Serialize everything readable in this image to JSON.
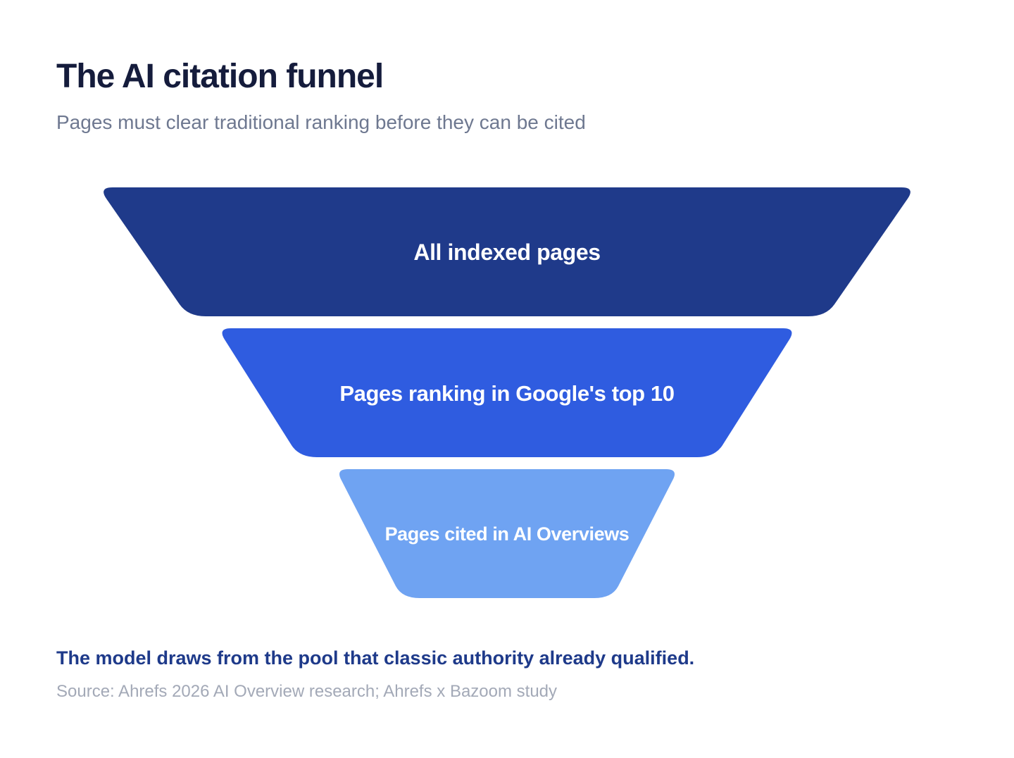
{
  "header": {
    "title": "The AI citation funnel",
    "subtitle": "Pages must clear traditional ranking before they can be cited"
  },
  "funnel": {
    "stages": [
      {
        "label": "All indexed pages",
        "color": "#1f3a8a"
      },
      {
        "label": "Pages ranking in Google's top 10",
        "color": "#2f5ce0"
      },
      {
        "label": "Pages cited in AI Overviews",
        "color": "#6fa3f2"
      }
    ]
  },
  "footer": {
    "takeaway": "The model draws from the pool that classic authority already qualified.",
    "source": "Source: Ahrefs 2026 AI Overview research; Ahrefs x Bazoom study"
  }
}
